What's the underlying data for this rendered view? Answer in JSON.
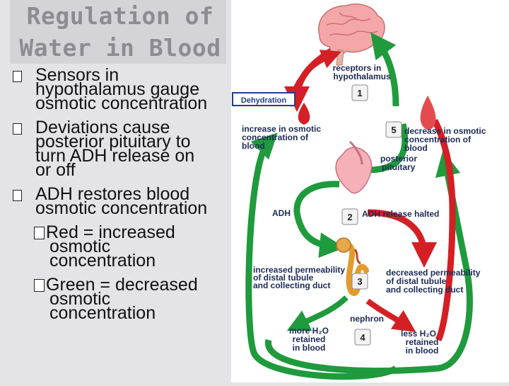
{
  "slide": {
    "title_line1": "Regulation of",
    "title_line2": "Water in Blood",
    "bullets": [
      {
        "lines": [
          "Sensors in",
          "hypothalamus gauge",
          "osmotic concentration"
        ]
      },
      {
        "lines": [
          "Deviations cause",
          "posterior pituitary to",
          "turn ADH release on",
          "or off"
        ]
      },
      {
        "lines": [
          "ADH restores blood",
          "osmotic concentration"
        ]
      }
    ],
    "subbullets": [
      {
        "lines": [
          "Red = increased",
          "osmotic",
          "concentration"
        ]
      },
      {
        "lines": [
          "Green = decreased",
          "osmotic",
          "concentration"
        ]
      }
    ]
  },
  "diagram": {
    "dehydration": "Dehydration",
    "receptors_l1": "receptors in",
    "receptors_l2": "hypothalamus",
    "inc_l1": "increase in osmotic",
    "inc_l2": "concentration of",
    "inc_l3": "blood",
    "dec_l1": "decrease in osmotic",
    "dec_l2": "concentration of",
    "dec_l3": "blood",
    "pit_l1": "posterior",
    "pit_l2": "pituitary",
    "adh": "ADH",
    "adh_halted": "ADH release halted",
    "incperm_l1": "increased permeability",
    "incperm_l2": "of distal tubule",
    "incperm_l3": "and collecting duct",
    "decperm_l1": "decreased permeability",
    "decperm_l2": "of distal tubule",
    "decperm_l3": "and collecting duct",
    "nephron": "nephron",
    "more_h2o_l1": "more H₂O",
    "more_h2o_l2": "retained",
    "more_h2o_l3": "in blood",
    "less_h2o_l1": "less H₂O",
    "less_h2o_l2": "retained",
    "less_h2o_l3": "in blood",
    "step1": "1",
    "step2": "2",
    "step3": "3",
    "step4": "4",
    "step5": "5",
    "colors": {
      "red": "#d41f25",
      "green": "#1f9a3c",
      "brain": "#f4a7a7",
      "dehydration_box": "#1e3f8f"
    }
  }
}
